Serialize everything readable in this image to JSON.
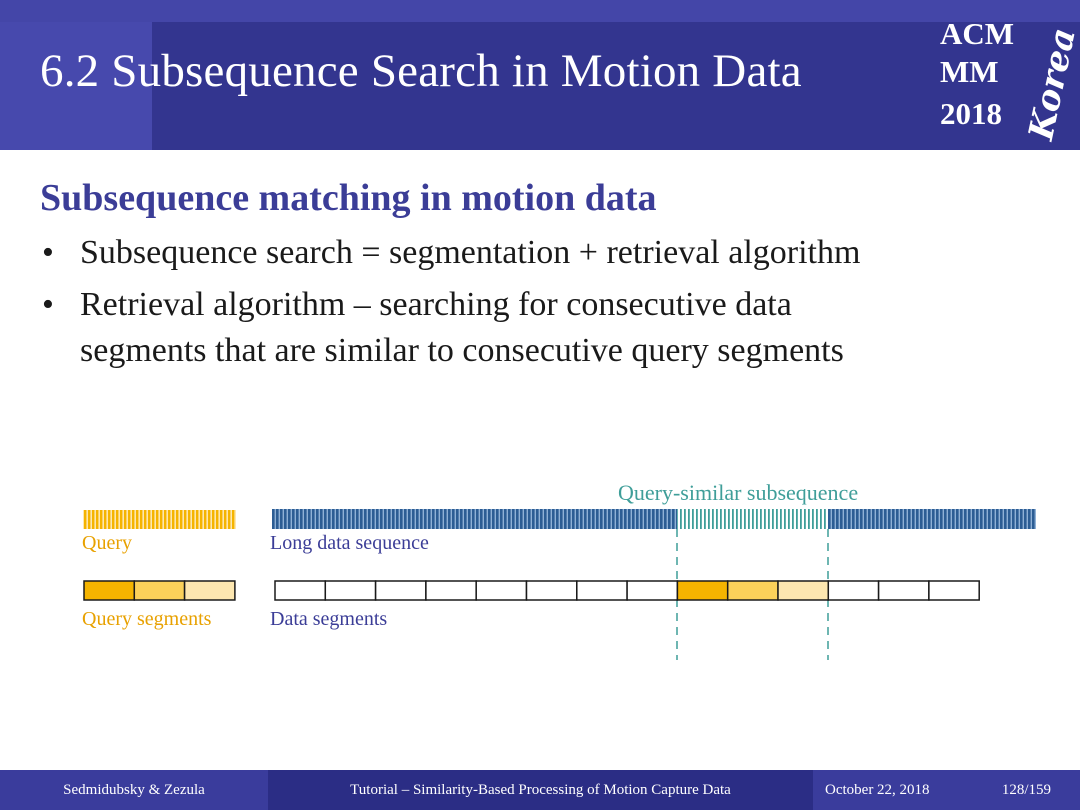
{
  "slide": {
    "title": "6.2 Subsequence Search in Motion Data",
    "logo": {
      "line1": "ACM",
      "line2": "MM",
      "line3": "2018",
      "korea": "Korea"
    },
    "heading": "Subsequence matching in motion data",
    "bullets": [
      {
        "marker": "•",
        "lines": [
          "Subsequence search = segmentation + retrieval algorithm"
        ]
      },
      {
        "marker": "•",
        "lines": [
          "Retrieval algorithm – searching for consecutive data",
          "segments that are similar to consecutive query segments"
        ]
      }
    ]
  },
  "diagram": {
    "labels": {
      "query": "Query",
      "long_data_sequence": "Long data sequence",
      "query_segments": "Query segments",
      "data_segments": "Data segments",
      "query_similar": "Query-similar subsequence"
    },
    "query_segment_count": 3,
    "data_segment_count": 14,
    "highlighted_data_segments": [
      8,
      9,
      10
    ],
    "colors": {
      "query_orange": "#f5b400",
      "seg_dark": "#f5b400",
      "seg_mid": "#fbd15a",
      "seg_light": "#fde7b0",
      "data_blue": "#2c5d94",
      "similar_teal": "#3f9e99",
      "label_blue": "#3b3d97",
      "label_orange": "#e8a100"
    }
  },
  "footer": {
    "authors": "Sedmidubsky & Zezula",
    "title": "Tutorial – Similarity-Based Processing of Motion Capture Data",
    "date": "October 22, 2018",
    "page": "128/159",
    "colors": {
      "left": "#3a3c9c",
      "middle": "#2b2d85",
      "right": "#3a3c9c"
    }
  }
}
